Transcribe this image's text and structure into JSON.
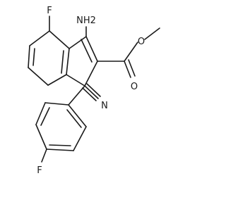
{
  "structure": {
    "atoms": {
      "f_top": "F",
      "nh2": "NH2",
      "o_methoxy": "O",
      "o_carbonyl": "O",
      "n_nitrile": "N",
      "f_bottom": "F"
    },
    "bond_color": "#1a1a1a",
    "background": "#ffffff"
  }
}
